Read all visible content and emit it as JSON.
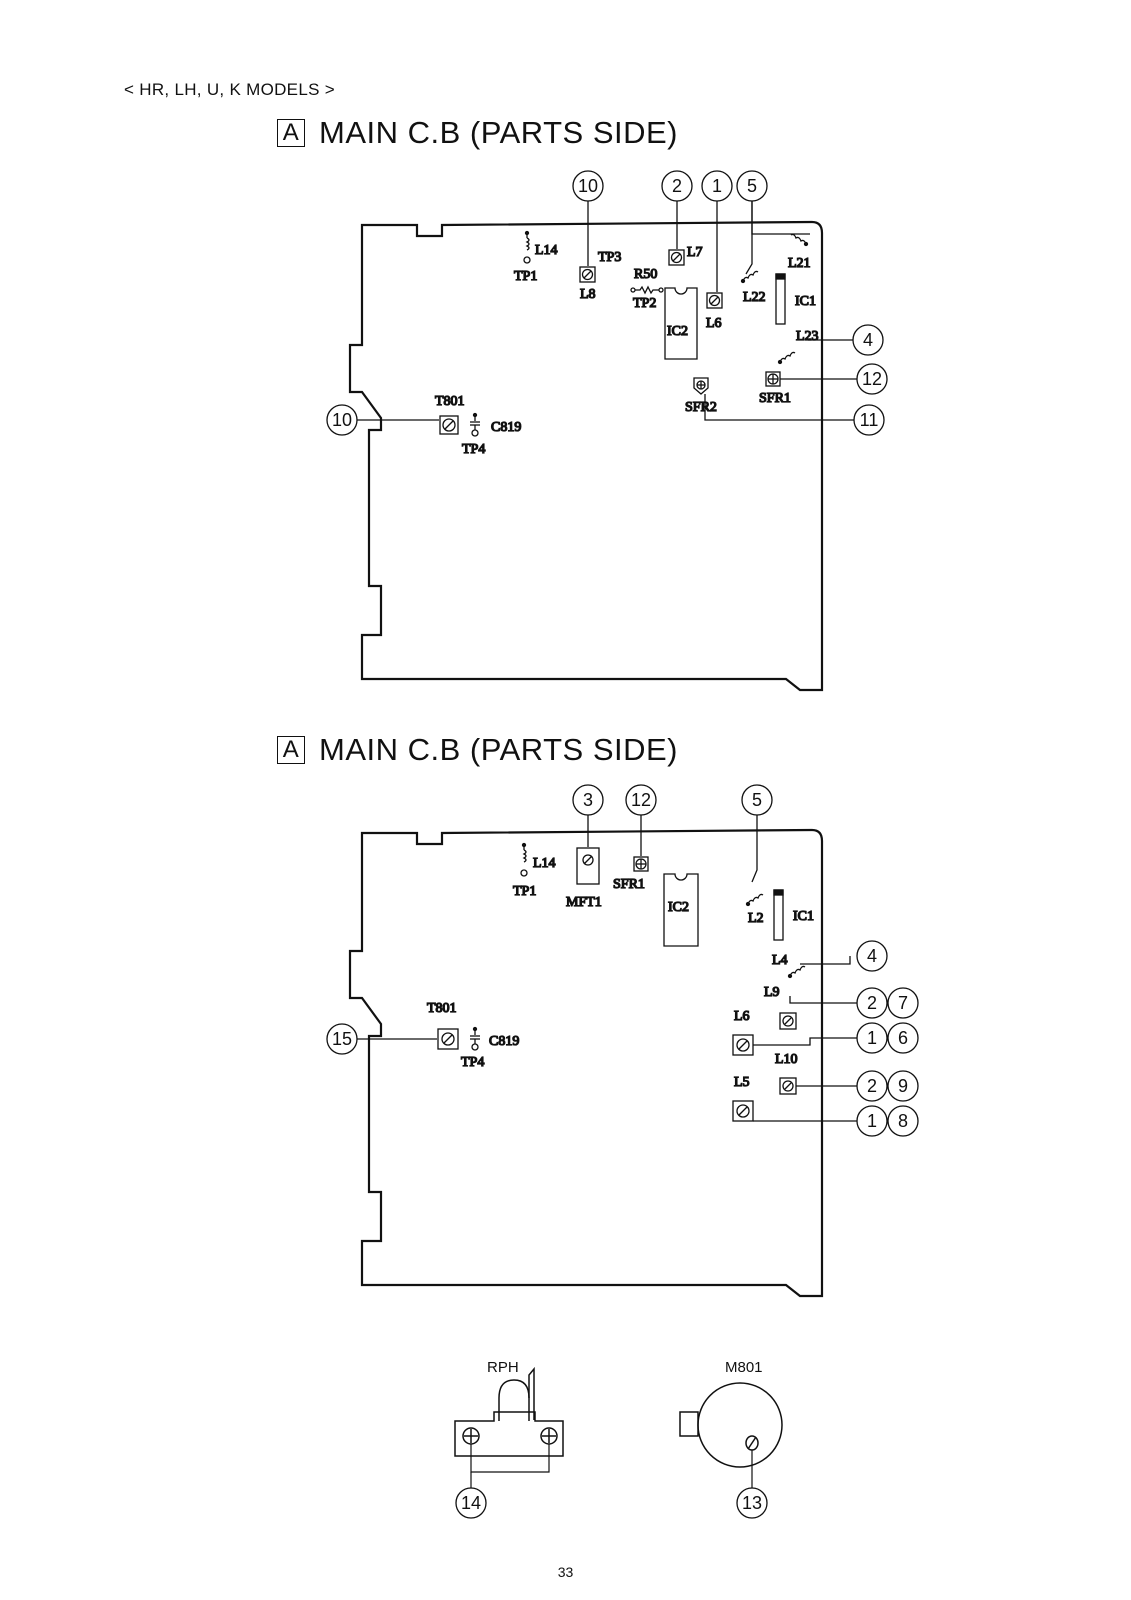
{
  "header": {
    "models": "< HR, LH, U, K MODELS >",
    "box_letter": "A",
    "title_top": "MAIN C.B (PARTS SIDE)",
    "title_bottom": "MAIN C.B (PARTS SIDE)"
  },
  "board_top": {
    "labels": {
      "l14": "L14",
      "tp1": "TP1",
      "tp3": "TP3",
      "l8": "L8",
      "r50": "R50",
      "tp2": "TP2",
      "l7": "L7",
      "ic2": "IC2",
      "l6": "L6",
      "l22": "L22",
      "l21": "L21",
      "ic1": "IC1",
      "l23": "L23",
      "sfr1": "SFR1",
      "sfr2": "SFR2",
      "t801": "T801",
      "c819": "C819",
      "tp4": "TP4"
    },
    "callouts": {
      "c_tp3": "10",
      "c_l7": "2",
      "c_l6": "1",
      "c_l22": "5",
      "c_l23": "4",
      "c_sfr1": "12",
      "c_sfr2": "11",
      "c_t801": "10"
    }
  },
  "board_bottom": {
    "labels": {
      "l14": "L14",
      "tp1": "TP1",
      "mft1": "MFT1",
      "sfr1": "SFR1",
      "ic2": "IC2",
      "l2": "L2",
      "ic1": "IC1",
      "l4": "L4",
      "l9": "L9",
      "l6": "L6",
      "l10": "L10",
      "l5": "L5",
      "t801": "T801",
      "c819": "C819",
      "tp4": "TP4"
    },
    "callouts": {
      "c_mft1": "3",
      "c_sfr1": "12",
      "c_l2": "5",
      "c_l4": "4",
      "c_l9_a": "2",
      "c_l9_b": "7",
      "c_l6_a": "1",
      "c_l6_b": "6",
      "c_l10_a": "2",
      "c_l10_b": "9",
      "c_l5_a": "1",
      "c_l5_b": "8",
      "c_t801": "15"
    }
  },
  "parts": {
    "rph": "RPH",
    "m801": "M801",
    "c_rph": "14",
    "c_m801": "13"
  },
  "page_number": "33"
}
